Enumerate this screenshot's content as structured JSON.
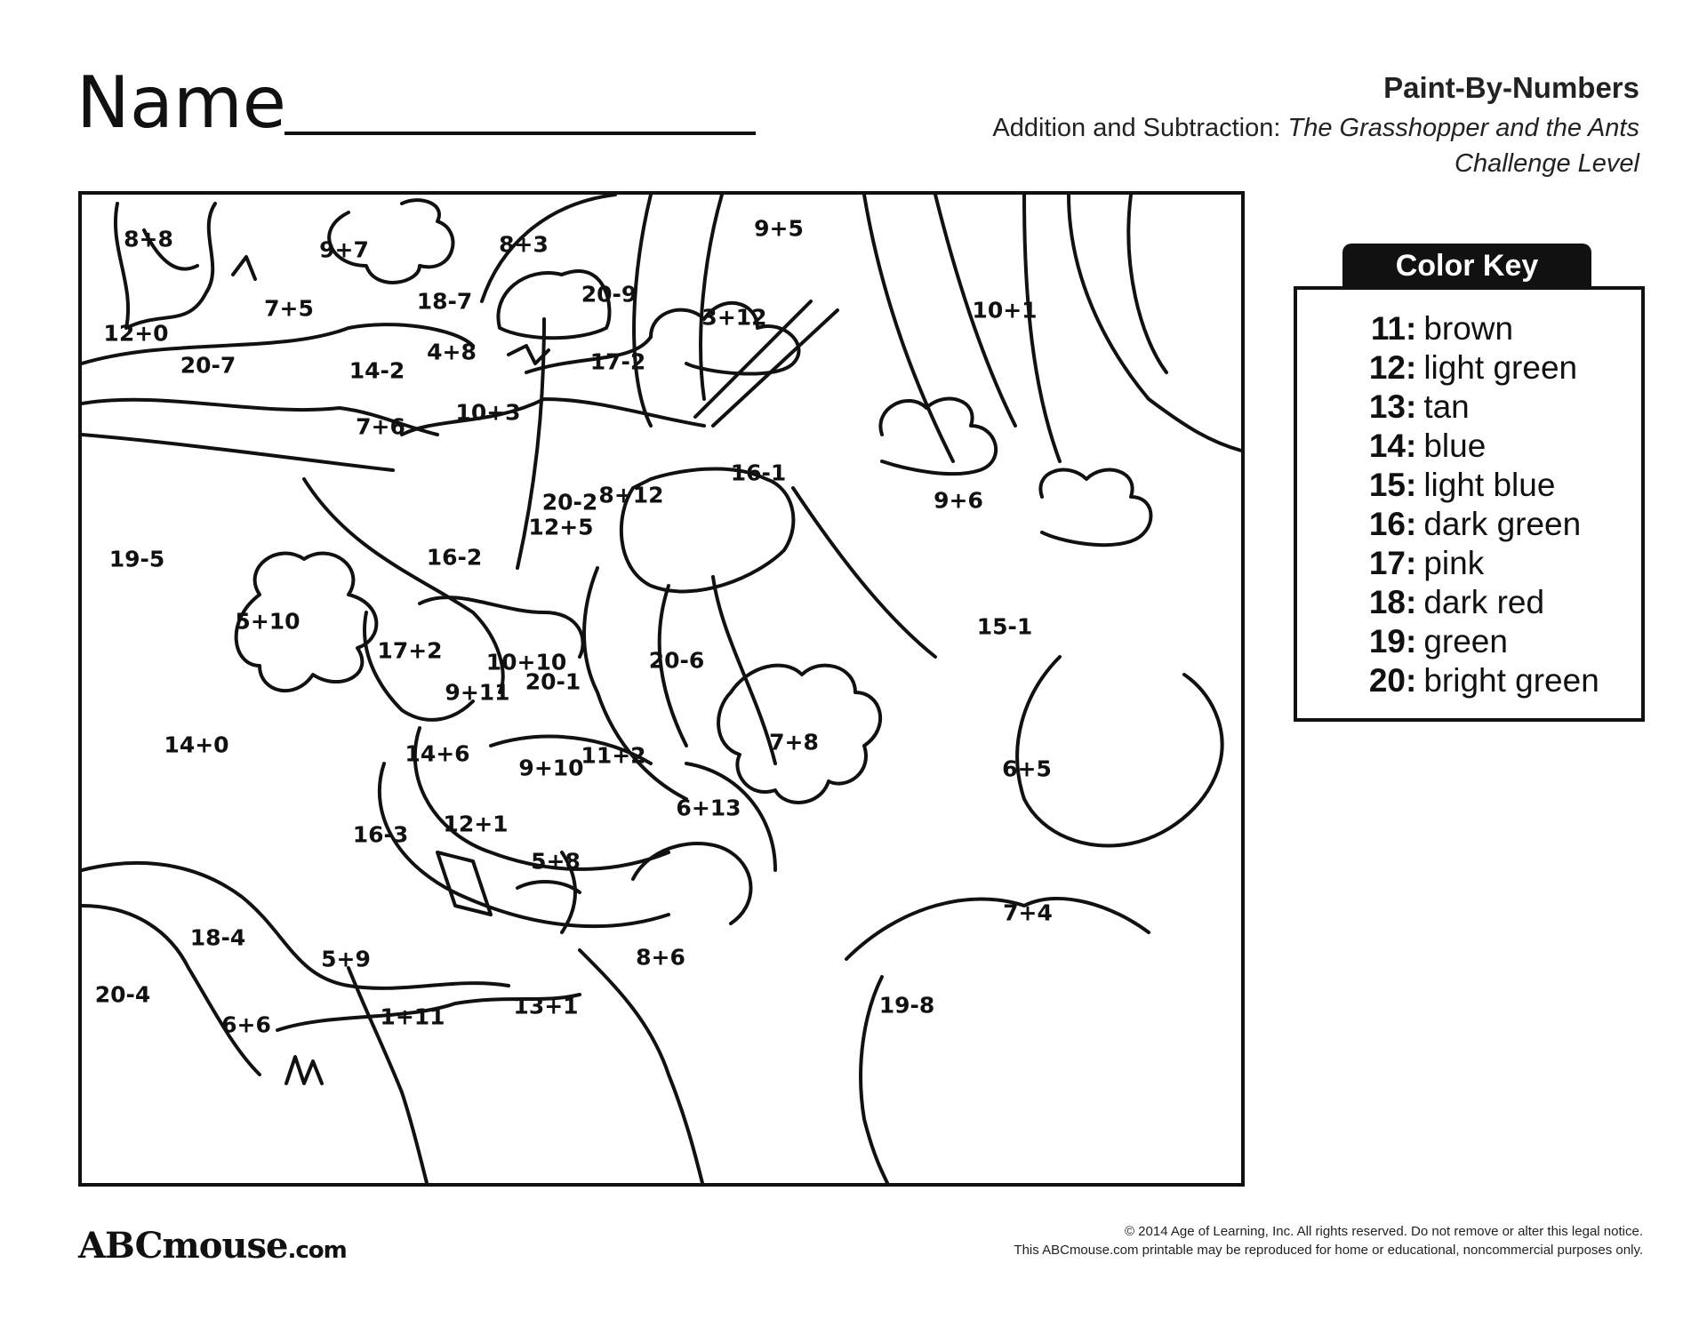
{
  "header": {
    "name_label": "Name",
    "title": "Paint-By-Numbers",
    "subtitle_prefix": "Addition and Subtraction:",
    "subtitle_story": "The Grasshopper and the Ants",
    "level": "Challenge Level"
  },
  "problems": [
    {
      "label": "8+8"
    },
    {
      "label": "9+7"
    },
    {
      "label": "8+3"
    },
    {
      "label": "9+5"
    },
    {
      "label": "18-7"
    },
    {
      "label": "20-9"
    },
    {
      "label": "7+5"
    },
    {
      "label": "3+12"
    },
    {
      "label": "10+1"
    },
    {
      "label": "12+0"
    },
    {
      "label": "4+8"
    },
    {
      "label": "17-2"
    },
    {
      "label": "20-7"
    },
    {
      "label": "14-2"
    },
    {
      "label": "10+3"
    },
    {
      "label": "7+6"
    },
    {
      "label": "16-1"
    },
    {
      "label": "20-2"
    },
    {
      "label": "8+12"
    },
    {
      "label": "12+5"
    },
    {
      "label": "9+6"
    },
    {
      "label": "19-5"
    },
    {
      "label": "16-2"
    },
    {
      "label": "5+10"
    },
    {
      "label": "17+2"
    },
    {
      "label": "10+10"
    },
    {
      "label": "20-1"
    },
    {
      "label": "20-6"
    },
    {
      "label": "15-1"
    },
    {
      "label": "9+11"
    },
    {
      "label": "14+0"
    },
    {
      "label": "14+6"
    },
    {
      "label": "9+10"
    },
    {
      "label": "11+2"
    },
    {
      "label": "7+8"
    },
    {
      "label": "6+5"
    },
    {
      "label": "6+13"
    },
    {
      "label": "12+1"
    },
    {
      "label": "16-3"
    },
    {
      "label": "5+8"
    },
    {
      "label": "7+4"
    },
    {
      "label": "18-4"
    },
    {
      "label": "5+9"
    },
    {
      "label": "8+6"
    },
    {
      "label": "20-4"
    },
    {
      "label": "13+1"
    },
    {
      "label": "19-8"
    },
    {
      "label": "6+6"
    },
    {
      "label": "1+11"
    }
  ],
  "color_key": {
    "title": "Color Key",
    "items": [
      {
        "num": "11",
        "color": "brown"
      },
      {
        "num": "12",
        "color": "light green"
      },
      {
        "num": "13",
        "color": "tan"
      },
      {
        "num": "14",
        "color": "blue"
      },
      {
        "num": "15",
        "color": "light blue"
      },
      {
        "num": "16",
        "color": "dark green"
      },
      {
        "num": "17",
        "color": "pink"
      },
      {
        "num": "18",
        "color": "dark red"
      },
      {
        "num": "19",
        "color": "green"
      },
      {
        "num": "20",
        "color": "bright green"
      }
    ]
  },
  "footer": {
    "logo_main": "ABCmouse",
    "logo_suffix": ".com",
    "legal_line1": "© 2014 Age of Learning, Inc. All rights reserved. Do not remove or alter this legal notice.",
    "legal_line2": "This ABCmouse.com printable may be reproduced for home or educational, noncommercial purposes only."
  }
}
